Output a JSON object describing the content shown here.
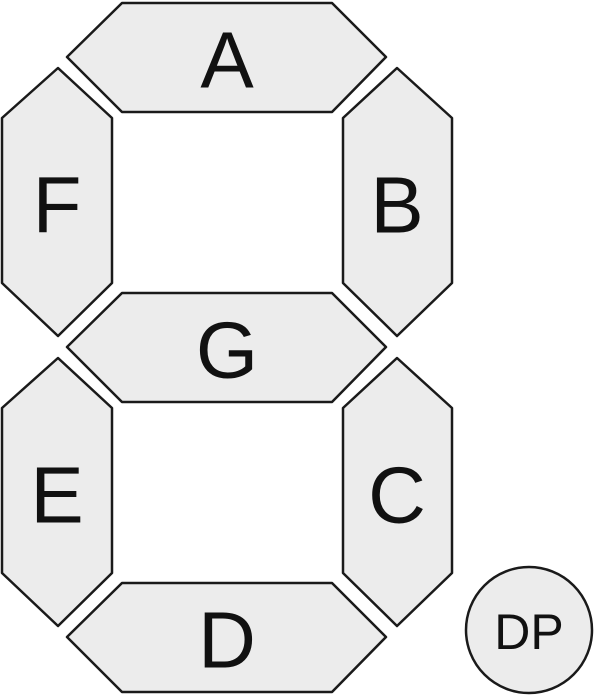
{
  "segments": {
    "a": "A",
    "b": "B",
    "c": "C",
    "d": "D",
    "e": "E",
    "f": "F",
    "g": "G"
  },
  "decimal_point": "DP",
  "colors": {
    "segment_fill": "#ececec",
    "outline": "#1a1a1a",
    "text": "#111111",
    "background": "#ffffff"
  }
}
